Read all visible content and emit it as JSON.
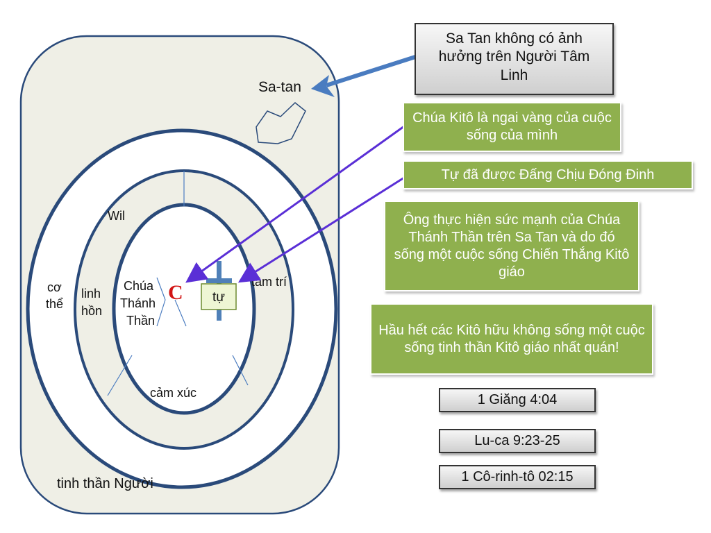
{
  "diagram": {
    "satan_label": "Sa-tan",
    "ring_labels": {
      "body_line1": "cơ",
      "body_line2": "thể",
      "soul_line1": "linh",
      "soul_line2": "hồn",
      "spirit_line1": "Chúa",
      "spirit_line2": "Thánh",
      "spirit_line3": "Thần",
      "will": "Wil",
      "mind": "tâm trí",
      "emotion": "cảm xúc"
    },
    "christ_letter": "C",
    "self_label": "tự",
    "caption": "tinh thần Người"
  },
  "callouts": {
    "satan_box": "Sa Tan không có ảnh hưởng trên Người Tâm Linh",
    "green": [
      "Chúa Kitô là ngai vàng của cuộc sống của mình",
      "Tự đã được Đấng Chịu Đóng Đinh",
      "Ông thực hiện sức mạnh của Chúa Thánh Thần trên Sa Tan và do đó sống một cuộc sống Chiến Thắng Kitô giáo",
      "Hầu hết các Kitô hữu không sống một cuộc sống tinh thần Kitô giáo nhất quán!"
    ]
  },
  "references": [
    "1 Giăng 4:04",
    "Lu-ca 9:23-25",
    "1 Cô-rinh-tô 02:15"
  ],
  "colors": {
    "outer_panel": "#efefe6",
    "ring_stroke": "#2a4a7a",
    "callout_green": "#8fb04e",
    "arrow_purple": "#5a2fd6",
    "arrow_blue": "#4a7cc0",
    "christ_red": "#d21414"
  }
}
